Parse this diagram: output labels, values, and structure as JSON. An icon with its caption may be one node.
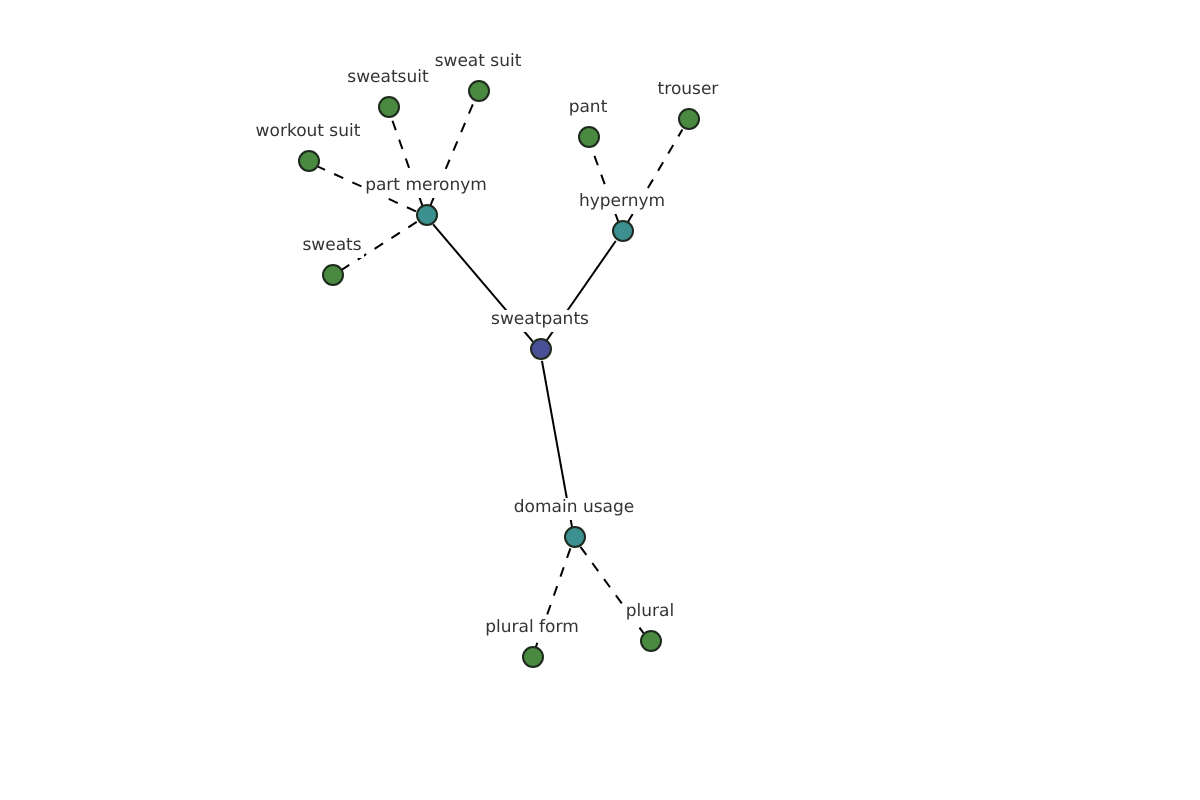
{
  "diagram": {
    "nodes": [
      {
        "text": [
          "sweatpants"
        ]
      },
      {
        "text": [
          "part meronym"
        ]
      },
      {
        "text": [
          "hypernym"
        ]
      },
      {
        "text": [
          "domain usage"
        ]
      },
      {
        "text": [
          "workout suit"
        ]
      },
      {
        "text": [
          "sweatsuit"
        ]
      },
      {
        "text": [
          "sweat suit"
        ]
      },
      {
        "text": [
          "sweats"
        ]
      },
      {
        "text": [
          "pant"
        ]
      },
      {
        "text": [
          "trouser"
        ]
      },
      {
        "text": [
          "plural form"
        ]
      },
      {
        "text": [
          "plural"
        ]
      }
    ],
    "edges": [
      {
        "from": 0,
        "to": 1,
        "arrow": "none"
      },
      {
        "from": 0,
        "to": 2,
        "arrow": "none"
      },
      {
        "from": 0,
        "to": 3,
        "arrow": "none"
      },
      {
        "from": 1,
        "to": 4,
        "arrow": "none",
        "style": "dashed"
      },
      {
        "from": 1,
        "to": 5,
        "arrow": "none",
        "style": "dashed"
      },
      {
        "from": 1,
        "to": 6,
        "arrow": "none",
        "style": "dashed"
      },
      {
        "from": 1,
        "to": 7,
        "arrow": "none",
        "style": "dashed"
      },
      {
        "from": 2,
        "to": 8,
        "arrow": "none",
        "style": "dashed"
      },
      {
        "from": 2,
        "to": 9,
        "arrow": "none",
        "style": "dashed"
      },
      {
        "from": 3,
        "to": 10,
        "arrow": "none",
        "style": "dashed"
      },
      {
        "from": 3,
        "to": 11,
        "arrow": "none",
        "style": "dashed"
      }
    ]
  }
}
